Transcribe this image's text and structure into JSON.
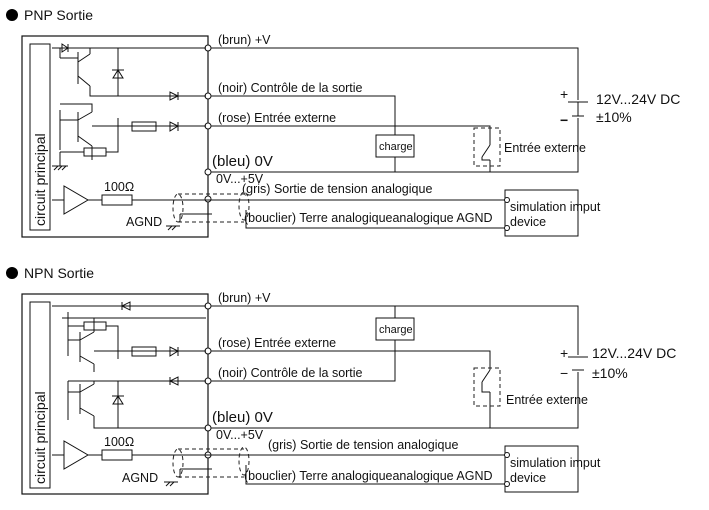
{
  "sections": [
    {
      "title": "PNP Sortie",
      "circuit_label": "circuit principal",
      "wires": {
        "w1": "(brun) +V",
        "w2": "(noir) Contrôle de la sortie",
        "w3": "(rose) Entrée externe",
        "w4": "(bleu) 0V",
        "w5": "0V...+5V",
        "w6": "(gris) Sortie de tension analogique",
        "w7": "(bouclier) Terre analogiqueanalogique AGND"
      },
      "resistor_value": "100Ω",
      "agnd": "AGND",
      "load": "charge",
      "external_input": "Entrée externe",
      "sim_line1": "simulation imput",
      "sim_line2": "device",
      "supply_voltage": "12V...24V DC",
      "supply_tolerance": "±10%",
      "plus": "+",
      "minus": "−"
    },
    {
      "title": "NPN Sortie",
      "circuit_label": "circuit principal",
      "wires": {
        "w1": "(brun) +V",
        "w2": "(rose) Entrée externe",
        "w3": "(noir) Contrôle de la sortie",
        "w4": "(bleu) 0V",
        "w5": "0V...+5V",
        "w6": "(gris) Sortie de tension analogique",
        "w7": "(bouclier) Terre analogiqueanalogique AGND"
      },
      "resistor_value": "100Ω",
      "agnd": "AGND",
      "load": "charge",
      "external_input": "Entrée externe",
      "sim_line1": "simulation imput",
      "sim_line2": "device",
      "supply_voltage": "12V...24V DC",
      "supply_tolerance": "±10%",
      "plus": "+",
      "minus": "−"
    }
  ],
  "colors": {
    "line": "#111111",
    "background": "#ffffff",
    "bullet": "#000000"
  }
}
